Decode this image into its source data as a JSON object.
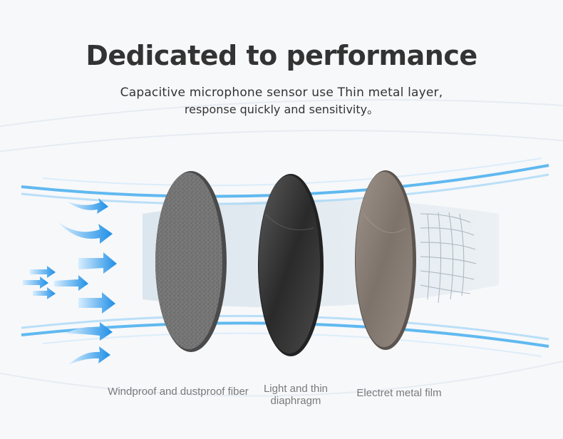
{
  "title": "Dedicated to performance",
  "subtitle": {
    "line1": "Capacitive microphone sensor use Thin metal layer,",
    "line2": "response quickly and sensitivity。"
  },
  "layers": [
    {
      "label": "Windproof and dustproof fiber",
      "color": "#6b6b6b"
    },
    {
      "label": "Light and thin diaphragm",
      "color": "#3a3a3a"
    },
    {
      "label": "Electret metal film",
      "color": "#8a7f77"
    }
  ],
  "colors": {
    "flow_blue": "#3aa9ee",
    "background": "#f7f8fa",
    "text": "#333333"
  }
}
